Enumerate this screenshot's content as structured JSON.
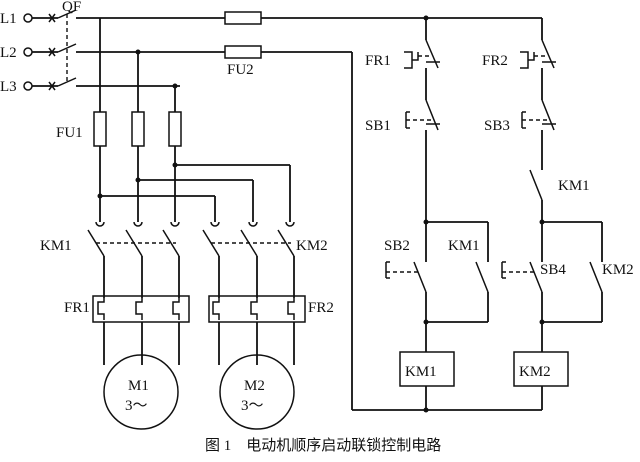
{
  "labels": {
    "l1": "L1",
    "l2": "L2",
    "l3": "L3",
    "qf": "QF",
    "fu1": "FU1",
    "fu2": "FU2",
    "km1_main": "KM1",
    "km2_main": "KM2",
    "fr1_main": "FR1",
    "fr2_main": "FR2",
    "m1": "M1",
    "m2": "M2",
    "m1_sub": "3～",
    "m2_sub": "3～",
    "fr1_ctrl": "FR1",
    "fr2_ctrl": "FR2",
    "sb1": "SB1",
    "sb3": "SB3",
    "km1_interlock": "KM1",
    "sb2": "SB2",
    "km1_hold": "KM1",
    "sb4": "SB4",
    "km2_hold": "KM2",
    "km1_coil": "KM1",
    "km2_coil": "KM2"
  },
  "caption": "图 1　电动机顺序启动联锁控制电路"
}
